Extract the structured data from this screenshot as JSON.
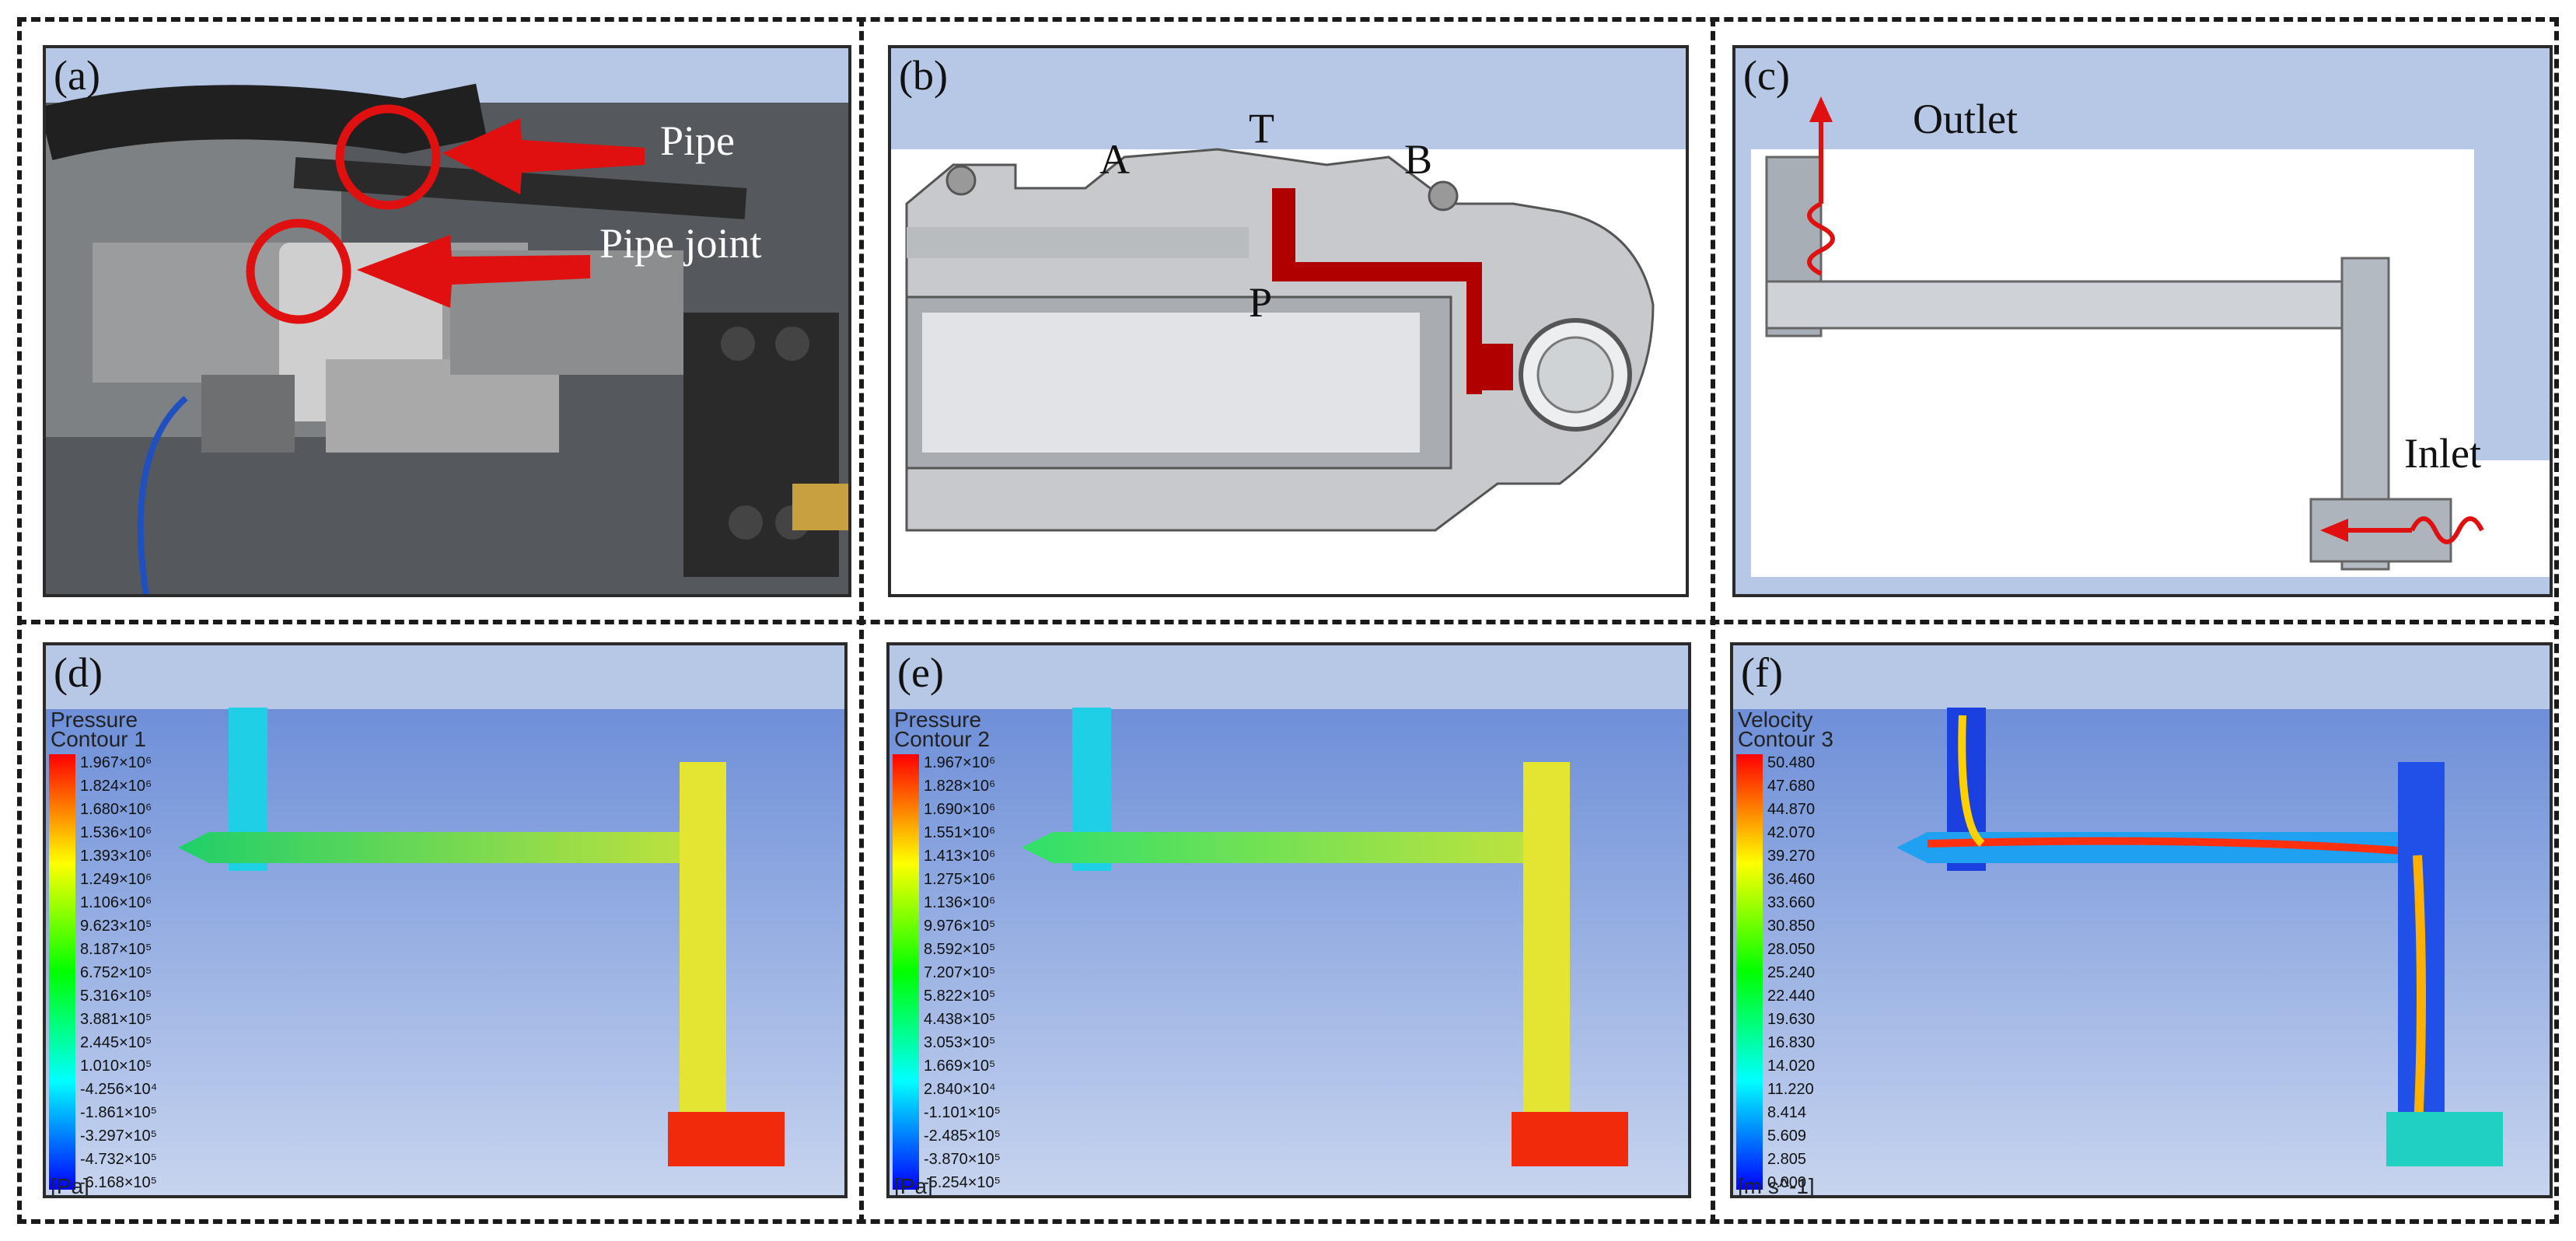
{
  "panels": {
    "a": {
      "label": "(a)",
      "pipe": "Pipe",
      "pipe_joint": "Pipe joint"
    },
    "b": {
      "label": "(b)",
      "port_a": "A",
      "port_t": "T",
      "port_b": "B",
      "port_p": "P"
    },
    "c": {
      "label": "(c)",
      "outlet": "Outlet",
      "inlet": "Inlet"
    },
    "d": {
      "label": "(d)",
      "title": "Pressure",
      "subtitle": "Contour 1",
      "unit": "[Pa]",
      "ticks": [
        "1.967×10⁶",
        "1.824×10⁶",
        "1.680×10⁶",
        "1.536×10⁶",
        "1.393×10⁶",
        "1.249×10⁶",
        "1.106×10⁶",
        "9.623×10⁵",
        "8.187×10⁵",
        "6.752×10⁵",
        "5.316×10⁵",
        "3.881×10⁵",
        "2.445×10⁵",
        "1.010×10⁵",
        "-4.256×10⁴",
        "-1.861×10⁵",
        "-3.297×10⁵",
        "-4.732×10⁵",
        "-6.168×10⁵"
      ]
    },
    "e": {
      "label": "(e)",
      "title": "Pressure",
      "subtitle": "Contour 2",
      "unit": "[Pa]",
      "ticks": [
        "1.967×10⁶",
        "1.828×10⁶",
        "1.690×10⁶",
        "1.551×10⁶",
        "1.413×10⁶",
        "1.275×10⁶",
        "1.136×10⁶",
        "9.976×10⁵",
        "8.592×10⁵",
        "7.207×10⁵",
        "5.822×10⁵",
        "4.438×10⁵",
        "3.053×10⁵",
        "1.669×10⁵",
        "2.840×10⁴",
        "-1.101×10⁵",
        "-2.485×10⁵",
        "-3.870×10⁵",
        "-5.254×10⁵"
      ]
    },
    "f": {
      "label": "(f)",
      "title": "Velocity",
      "subtitle": "Contour 3",
      "unit": "[m s^-1]",
      "ticks": [
        "50.480",
        "47.680",
        "44.870",
        "42.070",
        "39.270",
        "36.460",
        "33.660",
        "30.850",
        "28.050",
        "25.240",
        "22.440",
        "19.630",
        "16.830",
        "14.020",
        "11.220",
        "8.414",
        "5.609",
        "2.805",
        "0.000"
      ]
    }
  },
  "colors": {
    "panel_bg": "#b7c7e6",
    "highlight_red": "#e01010",
    "path_red": "#b00000"
  }
}
